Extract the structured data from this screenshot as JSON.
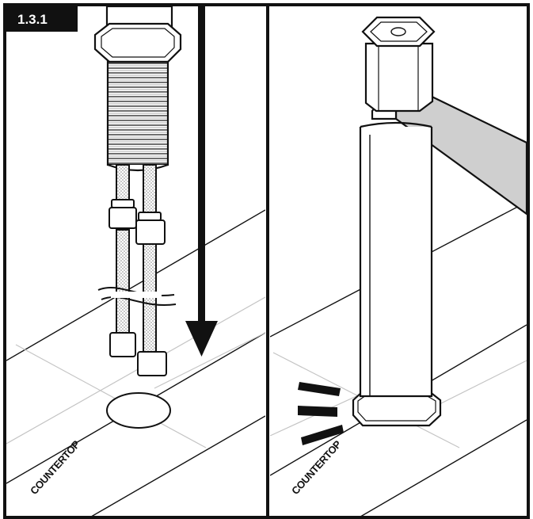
{
  "step": {
    "number": "1.3.1"
  },
  "panels": [
    {
      "id": "left",
      "surface_label": "COUNTERTOP"
    },
    {
      "id": "right",
      "surface_label": "COUNTERTOP"
    }
  ],
  "colors": {
    "line": "#111111",
    "grid": "#c4c4c4",
    "fill_gray": "#cfcfcf",
    "badge": "#111111"
  },
  "icons": [
    "faucet-body",
    "supply-hose",
    "hex-nut",
    "down-arrow",
    "mounting-hole",
    "motion-lines"
  ]
}
